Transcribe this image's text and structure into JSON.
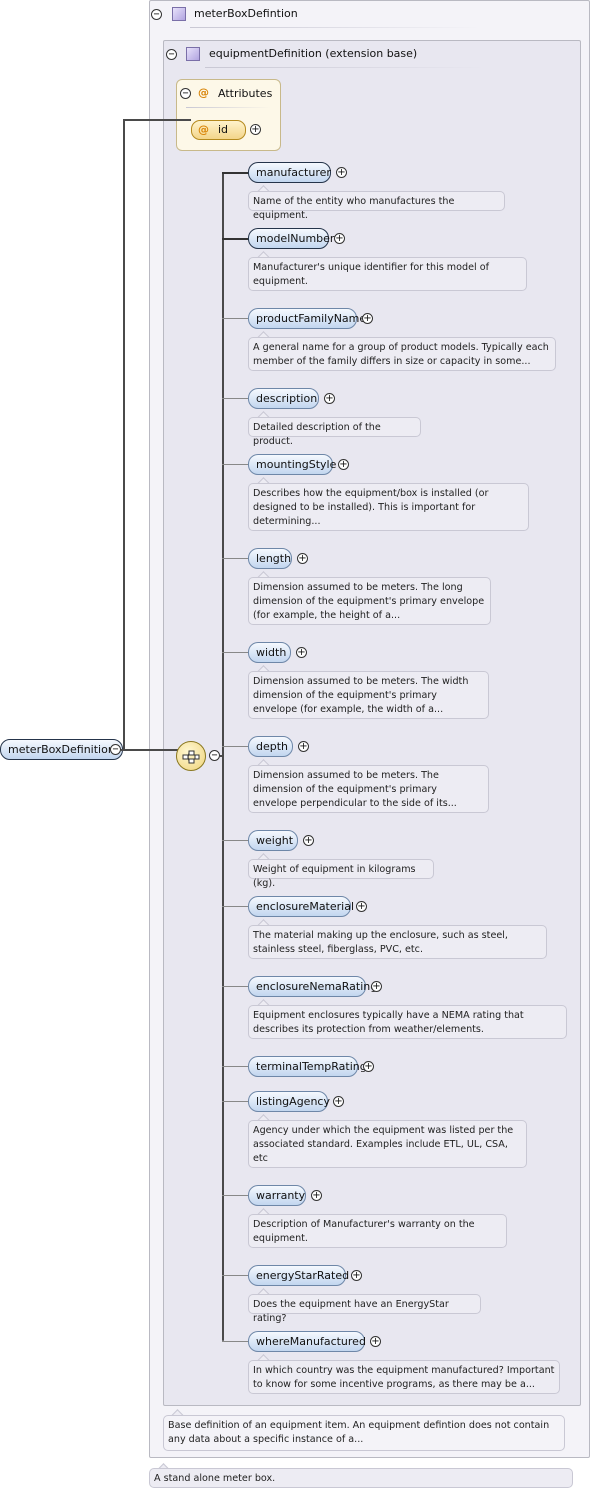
{
  "root": {
    "label": "meterBoxDefinition",
    "doc": "A stand alone meter box."
  },
  "complex_type": {
    "label": "meterBoxDefintion"
  },
  "extension": {
    "label": "equipmentDefinition (extension base)",
    "doc": "Base definition of an equipment item. An equipment defintion does not contain any data about a specific instance of a..."
  },
  "attributes": {
    "header": "Attributes",
    "items": [
      {
        "label": "id"
      }
    ]
  },
  "elements": [
    {
      "label": "manufacturer",
      "doc": "Name of the entity who manufactures the equipment."
    },
    {
      "label": "modelNumber",
      "doc": "Manufacturer's unique identifier for this model of equipment."
    },
    {
      "label": "productFamilyName",
      "doc": "A general name for a group of product models. Typically each member of the family differs in size or capacity in some..."
    },
    {
      "label": "description",
      "doc": "Detailed description of the product."
    },
    {
      "label": "mountingStyle",
      "doc": "Describes how the equipment/box is installed (or designed to be installed). This is important for determining..."
    },
    {
      "label": "length",
      "doc": "Dimension assumed to be meters. The long dimension of the equipment's primary envelope (for example, the height of a..."
    },
    {
      "label": "width",
      "doc": "Dimension assumed to be meters. The width dimension of the equipment's primary envelope (for example, the width of a..."
    },
    {
      "label": "depth",
      "doc": "Dimension assumed to be meters. The dimension of the equipment's primary envelope perpendicular to the side of its..."
    },
    {
      "label": "weight",
      "doc": "Weight of equipment in kilograms (kg)."
    },
    {
      "label": "enclosureMaterial",
      "doc": "The material making up the enclosure, such as steel, stainless steel, fiberglass, PVC, etc."
    },
    {
      "label": "enclosureNemaRating",
      "doc": "Equipment enclosures typically have a NEMA rating that describes its protection from weather/elements."
    },
    {
      "label": "terminalTempRating",
      "doc": ""
    },
    {
      "label": "listingAgency",
      "doc": "Agency under which the equipment was listed per the associated standard. Examples include ETL, UL, CSA, etc"
    },
    {
      "label": "warranty",
      "doc": "Description of Manufacturer's warranty on the equipment."
    },
    {
      "label": "energyStarRated",
      "doc": "Does the equipment have an EnergyStar rating?"
    },
    {
      "label": "whereManufactured",
      "doc": "In which country was the equipment manufactured? Important to know for some incentive programs, as there may be a..."
    }
  ],
  "symbols": {
    "collapse": "−",
    "expand": "+",
    "attribute": "@",
    "sequence_compositor": "sequence-compositor-icon"
  },
  "colors": {
    "element_fill_top": "#f5f9fe",
    "element_fill_bottom": "#c2d6ef",
    "attribute_fill": "#f3d58a",
    "box_fill": "#e8e7f0"
  }
}
